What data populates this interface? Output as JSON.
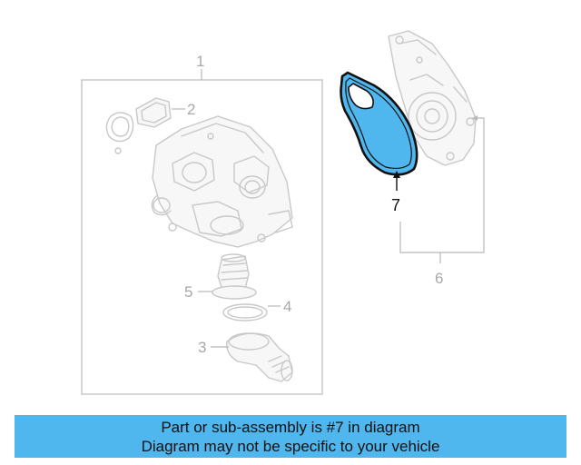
{
  "diagram": {
    "callouts": {
      "c1": "1",
      "c2": "2",
      "c3": "3",
      "c4": "4",
      "c5": "5",
      "c6": "6",
      "c7": "7"
    },
    "highlighted_part": "7",
    "highlight_color": "#4fb7ee"
  },
  "banner": {
    "line1": "Part or sub-assembly is #7 in diagram",
    "line2": "Diagram may not be specific to your vehicle",
    "color": "#4fb7ee"
  }
}
